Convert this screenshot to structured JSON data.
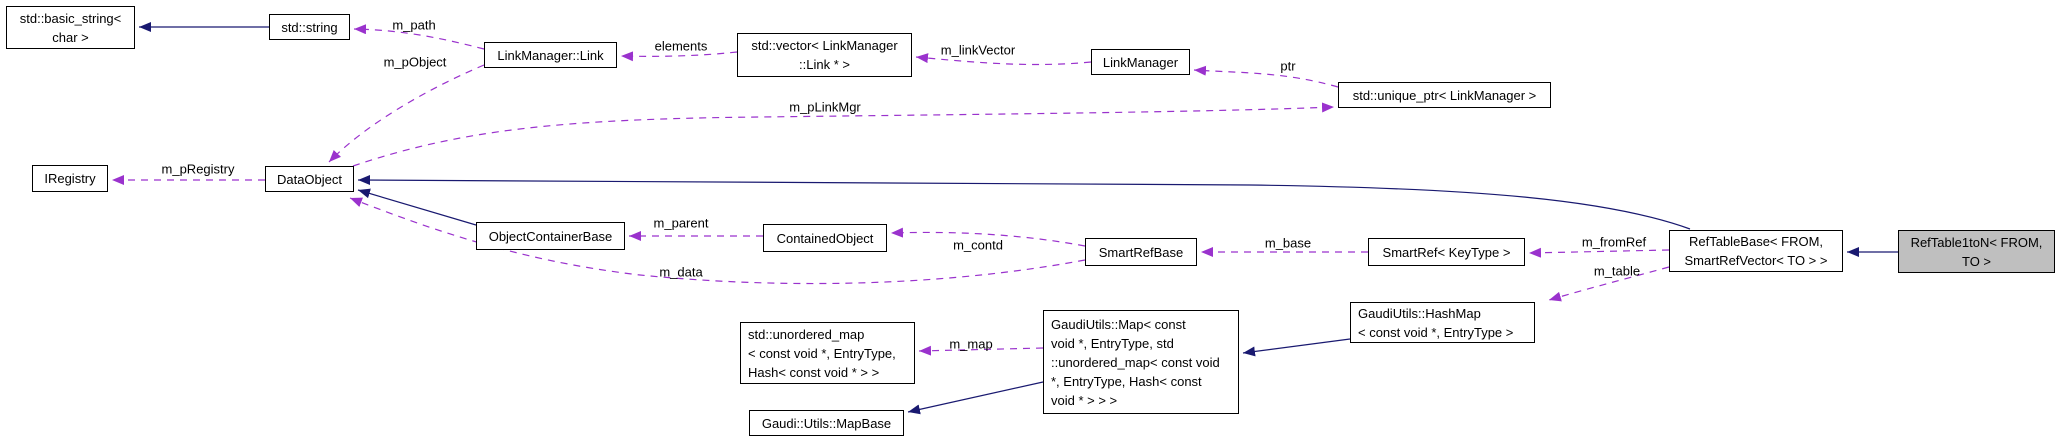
{
  "diagram": {
    "type": "class-collaboration-diagram",
    "highlight_node": "RefTable1toN< FROM, TO >",
    "colors": {
      "inheritance_edge": "#191970",
      "usage_edge": "#9a32cd",
      "node_border": "#000000",
      "node_fill": "#ffffff",
      "highlight_fill": "#bfbfbf",
      "text": "#000000"
    },
    "nodes": [
      {
        "id": "std-basic-string",
        "lines": [
          "std::basic_string<",
          "char >"
        ]
      },
      {
        "id": "std-string",
        "lines": [
          "std::string"
        ]
      },
      {
        "id": "linkmanager-link",
        "lines": [
          "LinkManager::Link"
        ]
      },
      {
        "id": "std-vector-link",
        "lines": [
          "std::vector< LinkManager",
          "::Link * >"
        ]
      },
      {
        "id": "linkmanager",
        "lines": [
          "LinkManager"
        ]
      },
      {
        "id": "std-unique-ptr",
        "lines": [
          "std::unique_ptr< LinkManager >"
        ]
      },
      {
        "id": "iregistry",
        "lines": [
          "IRegistry"
        ]
      },
      {
        "id": "dataobject",
        "lines": [
          "DataObject"
        ]
      },
      {
        "id": "objectcontainerbase",
        "lines": [
          "ObjectContainerBase"
        ]
      },
      {
        "id": "containedobject",
        "lines": [
          "ContainedObject"
        ]
      },
      {
        "id": "smartrefbase",
        "lines": [
          "SmartRefBase"
        ]
      },
      {
        "id": "smartref-keytype",
        "lines": [
          "SmartRef< KeyType >"
        ]
      },
      {
        "id": "reftablebase",
        "lines": [
          "RefTableBase< FROM,",
          "SmartRefVector< TO > >"
        ]
      },
      {
        "id": "reftable1ton",
        "lines": [
          "RefTable1toN< FROM,",
          "TO >"
        ]
      },
      {
        "id": "gaudiutils-hashmap",
        "lines": [
          "GaudiUtils::HashMap",
          "< const void *, EntryType >"
        ]
      },
      {
        "id": "gaudiutils-map",
        "lines": [
          "GaudiUtils::Map< const",
          "void *, EntryType, std",
          "::unordered_map< const void",
          "*, EntryType, Hash< const",
          "void * > > >"
        ]
      },
      {
        "id": "std-unordered-map",
        "lines": [
          "std::unordered_map",
          "< const void *, EntryType,",
          "Hash< const void * > >"
        ]
      },
      {
        "id": "gaudi-utils-mapbase",
        "lines": [
          "Gaudi::Utils::MapBase"
        ]
      }
    ],
    "edge_labels": [
      {
        "id": "m_path",
        "text": "m_path"
      },
      {
        "id": "m_pObject",
        "text": "m_pObject"
      },
      {
        "id": "elements",
        "text": "elements"
      },
      {
        "id": "m_linkVector",
        "text": "m_linkVector"
      },
      {
        "id": "ptr",
        "text": "ptr"
      },
      {
        "id": "m_pLinkMgr",
        "text": "m_pLinkMgr"
      },
      {
        "id": "m_pRegistry",
        "text": "m_pRegistry"
      },
      {
        "id": "m_parent",
        "text": "m_parent"
      },
      {
        "id": "m_contd",
        "text": "m_contd"
      },
      {
        "id": "m_base",
        "text": "m_base"
      },
      {
        "id": "m_fromRef",
        "text": "m_fromRef"
      },
      {
        "id": "m_table",
        "text": "m_table"
      },
      {
        "id": "m_data",
        "text": "m_data"
      },
      {
        "id": "m_map",
        "text": "m_map"
      }
    ]
  }
}
